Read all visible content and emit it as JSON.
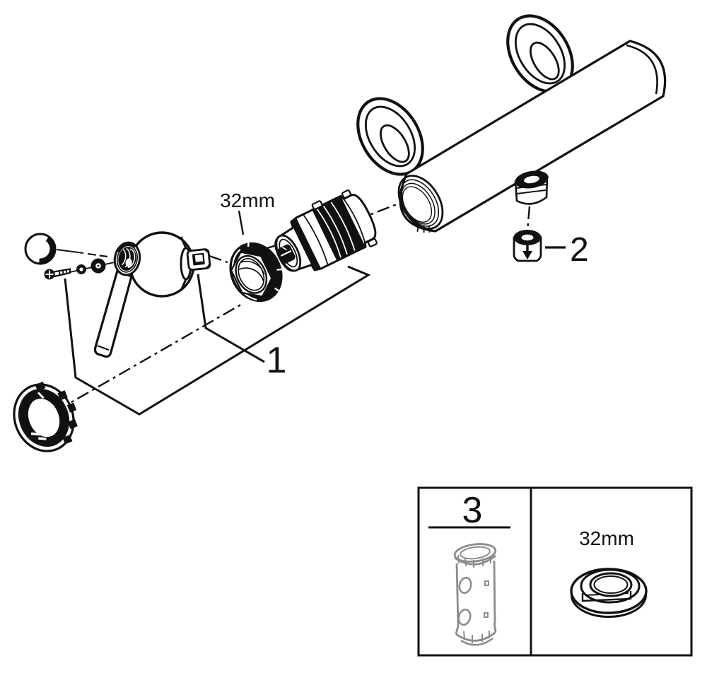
{
  "diagram": {
    "callouts": {
      "nut_size_label": "32mm",
      "part1_label": "1",
      "part2_label": "2",
      "inset_part3_label": "3",
      "inset_nut_size_label": "32mm"
    },
    "colors": {
      "background": "#ffffff",
      "line": "#111111",
      "tool_gray": "#8c8c8c"
    }
  }
}
